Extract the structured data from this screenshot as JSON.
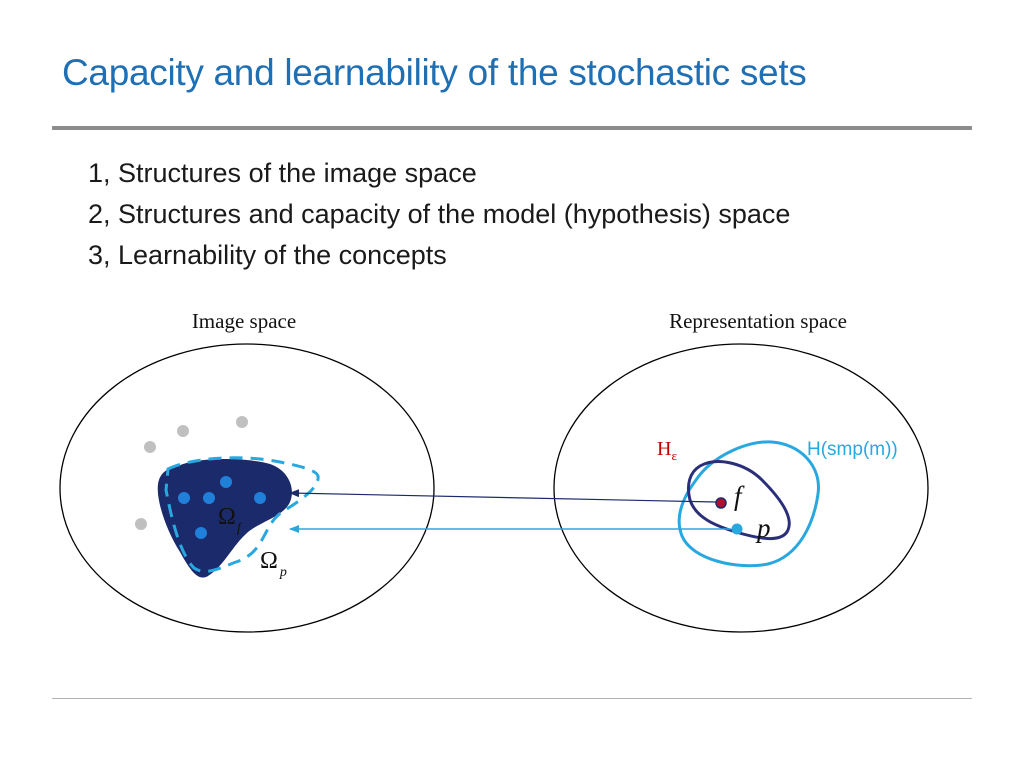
{
  "slide": {
    "title": "Capacity and learnability of the stochastic sets",
    "bullets": [
      "1, Structures of the image space",
      "2, Structures and capacity of the model (hypothesis) space",
      "3, Learnability of the concepts"
    ]
  },
  "diagram": {
    "left_label": "Image space",
    "right_label": "Representation space",
    "omega_symbol": "Ω",
    "omega_f_subscript": "f",
    "omega_p_subscript": "p",
    "h_eps_base": "H",
    "h_eps_subscript": "ε",
    "h_smp_label": "H(smp(m))",
    "f_label": "f",
    "p_label": "p"
  },
  "colors": {
    "title": "#1f6fb5",
    "omega_f_fill": "#1b2a6b",
    "omega_p_dash": "#29a8e0",
    "inner_dot": "#1f7fd9",
    "outer_dot": "#c0c0c0",
    "h_eps_curve": "#2b2f7a",
    "h_eps_label": "#c00000",
    "h_smp_curve": "#29a8e0",
    "f_dot": "#b0102a",
    "p_dot": "#29a8e0",
    "arrow_f": "#1b2a6b",
    "arrow_p": "#29a8e0"
  }
}
